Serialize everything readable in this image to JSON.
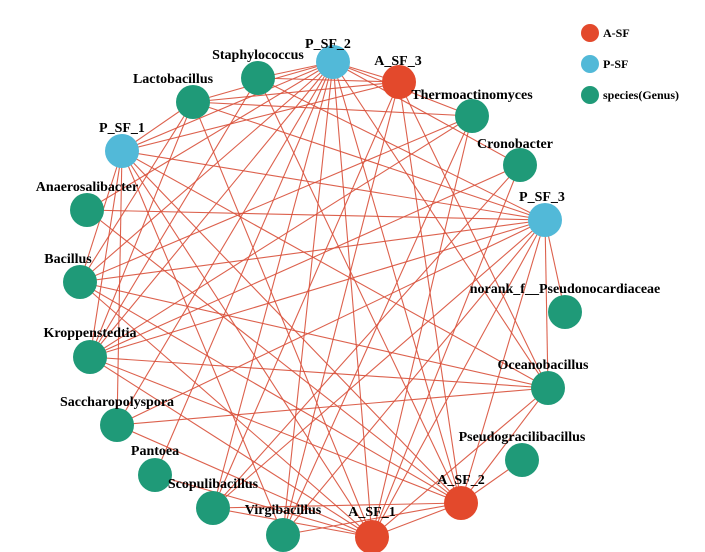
{
  "colors": {
    "A-SF": "#e3492c",
    "P-SF": "#52b9d8",
    "species": "#1f9a78",
    "edge": "#d9503a"
  },
  "legend": [
    {
      "label": "A-SF",
      "group": "A-SF"
    },
    {
      "label": "P-SF",
      "group": "P-SF"
    },
    {
      "label": "species(Genus)",
      "group": "species"
    }
  ],
  "nodes": [
    {
      "id": "P_SF_2",
      "label": "P_SF_2",
      "group": "P-SF"
    },
    {
      "id": "A_SF_3",
      "label": "A_SF_3",
      "group": "A-SF"
    },
    {
      "id": "Thermoactinomyces",
      "label": "Thermoactinomyces",
      "group": "species"
    },
    {
      "id": "Cronobacter",
      "label": "Cronobacter",
      "group": "species"
    },
    {
      "id": "P_SF_3",
      "label": "P_SF_3",
      "group": "P-SF"
    },
    {
      "id": "Pseudonocardiaceae",
      "label": "norank_f__Pseudonocardiaceae",
      "group": "species"
    },
    {
      "id": "Oceanobacillus",
      "label": "Oceanobacillus",
      "group": "species"
    },
    {
      "id": "Pseudogracilibacillus",
      "label": "Pseudogracilibacillus",
      "group": "species"
    },
    {
      "id": "A_SF_2",
      "label": "A_SF_2",
      "group": "A-SF"
    },
    {
      "id": "A_SF_1",
      "label": "A_SF_1",
      "group": "A-SF"
    },
    {
      "id": "Virgibacillus",
      "label": "Virgibacillus",
      "group": "species"
    },
    {
      "id": "Scopulibacillus",
      "label": "Scopulibacillus",
      "group": "species"
    },
    {
      "id": "Pantoea",
      "label": "Pantoea",
      "group": "species"
    },
    {
      "id": "Saccharopolyspora",
      "label": "Saccharopolyspora",
      "group": "species"
    },
    {
      "id": "Kroppenstedtia",
      "label": "Kroppenstedtia",
      "group": "species"
    },
    {
      "id": "Bacillus",
      "label": "Bacillus",
      "group": "species"
    },
    {
      "id": "Anaerosalibacter",
      "label": "Anaerosalibacter",
      "group": "species"
    },
    {
      "id": "P_SF_1",
      "label": "P_SF_1",
      "group": "P-SF"
    },
    {
      "id": "Lactobacillus",
      "label": "Lactobacillus",
      "group": "species"
    },
    {
      "id": "Staphylococcus",
      "label": "Staphylococcus",
      "group": "species"
    }
  ],
  "edges": [
    [
      "P_SF_2",
      "Staphylococcus"
    ],
    [
      "P_SF_2",
      "Lactobacillus"
    ],
    [
      "P_SF_2",
      "P_SF_1"
    ],
    [
      "P_SF_2",
      "Anaerosalibacter"
    ],
    [
      "P_SF_2",
      "Bacillus"
    ],
    [
      "P_SF_2",
      "Kroppenstedtia"
    ],
    [
      "P_SF_2",
      "Saccharopolyspora"
    ],
    [
      "P_SF_2",
      "Pantoea"
    ],
    [
      "P_SF_2",
      "Scopulibacillus"
    ],
    [
      "P_SF_2",
      "Virgibacillus"
    ],
    [
      "P_SF_2",
      "A_SF_1"
    ],
    [
      "P_SF_2",
      "A_SF_2"
    ],
    [
      "P_SF_2",
      "Oceanobacillus"
    ],
    [
      "P_SF_2",
      "Cronobacter"
    ],
    [
      "P_SF_2",
      "Thermoactinomyces"
    ],
    [
      "P_SF_2",
      "A_SF_3"
    ],
    [
      "A_SF_3",
      "Lactobacillus"
    ],
    [
      "A_SF_3",
      "Staphylococcus"
    ],
    [
      "A_SF_3",
      "P_SF_1"
    ],
    [
      "A_SF_3",
      "Virgibacillus"
    ],
    [
      "A_SF_3",
      "Scopulibacillus"
    ],
    [
      "A_SF_3",
      "Oceanobacillus"
    ],
    [
      "A_SF_3",
      "A_SF_2"
    ],
    [
      "Thermoactinomyces",
      "Lactobacillus"
    ],
    [
      "Thermoactinomyces",
      "Bacillus"
    ],
    [
      "Thermoactinomyces",
      "A_SF_1"
    ],
    [
      "Thermoactinomyces",
      "Virgibacillus"
    ],
    [
      "Thermoactinomyces",
      "Kroppenstedtia"
    ],
    [
      "Cronobacter",
      "Kroppenstedtia"
    ],
    [
      "Cronobacter",
      "Scopulibacillus"
    ],
    [
      "Cronobacter",
      "A_SF_1"
    ],
    [
      "P_SF_3",
      "P_SF_1"
    ],
    [
      "P_SF_3",
      "Bacillus"
    ],
    [
      "P_SF_3",
      "Kroppenstedtia"
    ],
    [
      "P_SF_3",
      "Saccharopolyspora"
    ],
    [
      "P_SF_3",
      "Scopulibacillus"
    ],
    [
      "P_SF_3",
      "Virgibacillus"
    ],
    [
      "P_SF_3",
      "A_SF_1"
    ],
    [
      "P_SF_3",
      "A_SF_2"
    ],
    [
      "P_SF_3",
      "Oceanobacillus"
    ],
    [
      "P_SF_3",
      "Pseudonocardiaceae"
    ],
    [
      "P_SF_3",
      "Lactobacillus"
    ],
    [
      "P_SF_3",
      "Staphylococcus"
    ],
    [
      "P_SF_3",
      "Anaerosalibacter"
    ],
    [
      "P_SF_1",
      "Lactobacillus"
    ],
    [
      "P_SF_1",
      "Bacillus"
    ],
    [
      "P_SF_1",
      "Kroppenstedtia"
    ],
    [
      "P_SF_1",
      "Saccharopolyspora"
    ],
    [
      "P_SF_1",
      "Virgibacillus"
    ],
    [
      "P_SF_1",
      "A_SF_1"
    ],
    [
      "P_SF_1",
      "A_SF_2"
    ],
    [
      "P_SF_1",
      "Oceanobacillus"
    ],
    [
      "Lactobacillus",
      "Bacillus"
    ],
    [
      "Lactobacillus",
      "Kroppenstedtia"
    ],
    [
      "Lactobacillus",
      "A_SF_1"
    ],
    [
      "Staphylococcus",
      "Kroppenstedtia"
    ],
    [
      "Staphylococcus",
      "A_SF_2"
    ],
    [
      "Bacillus",
      "A_SF_1"
    ],
    [
      "Bacillus",
      "A_SF_2"
    ],
    [
      "Bacillus",
      "Oceanobacillus"
    ],
    [
      "Kroppenstedtia",
      "A_SF_2"
    ],
    [
      "Kroppenstedtia",
      "A_SF_1"
    ],
    [
      "Kroppenstedtia",
      "Oceanobacillus"
    ],
    [
      "Saccharopolyspora",
      "A_SF_1"
    ],
    [
      "Pantoea",
      "A_SF_1"
    ],
    [
      "Scopulibacillus",
      "A_SF_1"
    ],
    [
      "Virgibacillus",
      "A_SF_2"
    ],
    [
      "Scopulibacillus",
      "A_SF_2"
    ],
    [
      "A_SF_1",
      "A_SF_2"
    ],
    [
      "Oceanobacillus",
      "A_SF_2"
    ],
    [
      "Oceanobacillus",
      "A_SF_1"
    ],
    [
      "Pseudogracilibacillus",
      "A_SF_2"
    ],
    [
      "Anaerosalibacter",
      "A_SF_2"
    ],
    [
      "Saccharopolyspora",
      "Oceanobacillus"
    ]
  ]
}
